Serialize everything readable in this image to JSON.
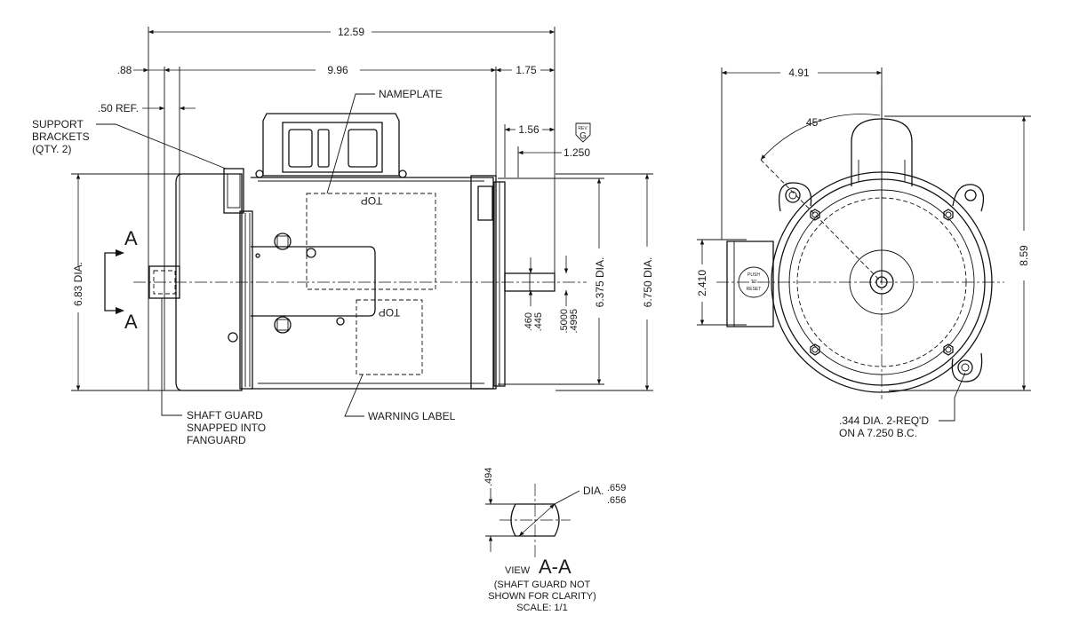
{
  "dimensions": {
    "overall_length": "12.59",
    "fan_end": ".88",
    "body_length": "9.96",
    "shaft_length": "1.75",
    "ref": ".50  REF.",
    "shaft_flat": "1.56",
    "shaft_key": "1.250",
    "guard_dia": "6.83  DIA.",
    "pilot_dia": "6.375  DIA.",
    "frame_dia": "6.750  DIA.",
    "flat_hi": ".460",
    "flat_lo": ".445",
    "shaft_dia_hi": ".5000",
    "shaft_dia_lo": ".4995",
    "end_width": "4.91",
    "angle": "45°",
    "height": "8.59",
    "box_width": "2.410",
    "view_flat": ".494",
    "view_dia_label": "DIA.",
    "view_dia_hi": ".659",
    "view_dia_lo": ".656"
  },
  "labels": {
    "nameplate": "NAMEPLATE",
    "support_brackets": [
      "SUPPORT",
      "BRACKETS",
      "(QTY. 2)"
    ],
    "section_a": "A",
    "shaft_guard": [
      "SHAFT GUARD",
      "SNAPPED INTO",
      "FANGUARD"
    ],
    "warning_label": "WARNING LABEL",
    "top_mark": "TOP",
    "rev_label": "REV.",
    "rev_letter": "G",
    "bolt_circle": [
      ".344 DIA. 2-REQ'D",
      "ON A 7.250 B.C."
    ],
    "reset_text": [
      "PUSH",
      "TO",
      "RESET"
    ]
  },
  "view": {
    "view_word": "VIEW",
    "view_name": "A-A",
    "notes": [
      "(SHAFT GUARD NOT",
      "SHOWN FOR CLARITY)",
      "SCALE: 1/1"
    ]
  }
}
